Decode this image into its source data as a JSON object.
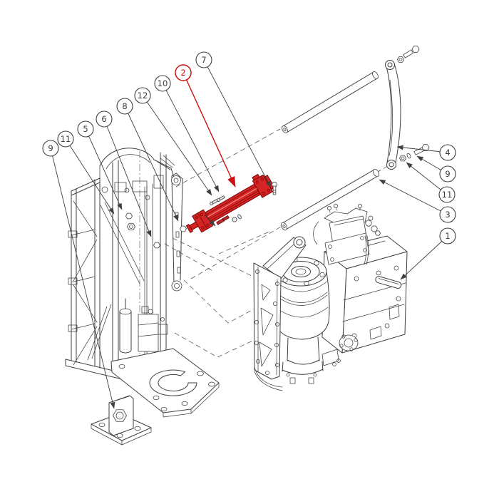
{
  "diagram": {
    "type": "exploded-parts-drawing",
    "description": "Isometric exploded view: mast tower (left), highlighted crossbar cylinder part, two tie rods, curved link arm with fasteners, and rotary drive head assembly (right), with numbered callout balloons",
    "style": {
      "background": "#ffffff",
      "line_color": "#3f3f3f",
      "highlight_color": "#cc1111",
      "dash_color": "#5a5a5a"
    },
    "highlighted_item": {
      "balloon": "2",
      "color": "#cc1111"
    },
    "balloons": [
      {
        "id": "left-9",
        "label": "9"
      },
      {
        "id": "left-11",
        "label": "11"
      },
      {
        "id": "left-5",
        "label": "5"
      },
      {
        "id": "left-6",
        "label": "6"
      },
      {
        "id": "left-8",
        "label": "8"
      },
      {
        "id": "left-12",
        "label": "12"
      },
      {
        "id": "left-10",
        "label": "10"
      },
      {
        "id": "left-2",
        "label": "2"
      },
      {
        "id": "left-7",
        "label": "7"
      },
      {
        "id": "right-4",
        "label": "4"
      },
      {
        "id": "right-9",
        "label": "9"
      },
      {
        "id": "right-11",
        "label": "11"
      },
      {
        "id": "right-3",
        "label": "3"
      },
      {
        "id": "right-1",
        "label": "1"
      }
    ]
  }
}
